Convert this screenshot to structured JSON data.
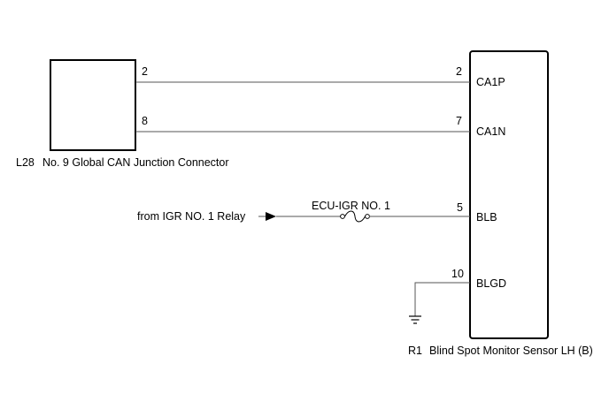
{
  "connectors": {
    "junction": {
      "code": "L28",
      "name": "No. 9 Global CAN Junction Connector"
    },
    "sensor": {
      "code": "R1",
      "name": "Blind Spot Monitor Sensor LH (B)"
    }
  },
  "wires": [
    {
      "from_pin": "2",
      "to_pin": "2",
      "terminal": "CA1P"
    },
    {
      "from_pin": "8",
      "to_pin": "7",
      "terminal": "CA1N"
    }
  ],
  "power": {
    "source": "from IGR NO. 1 Relay",
    "fuse": "ECU-IGR NO. 1",
    "pin": "5",
    "terminal": "BLB"
  },
  "ground": {
    "pin": "10",
    "terminal": "BLGD"
  }
}
